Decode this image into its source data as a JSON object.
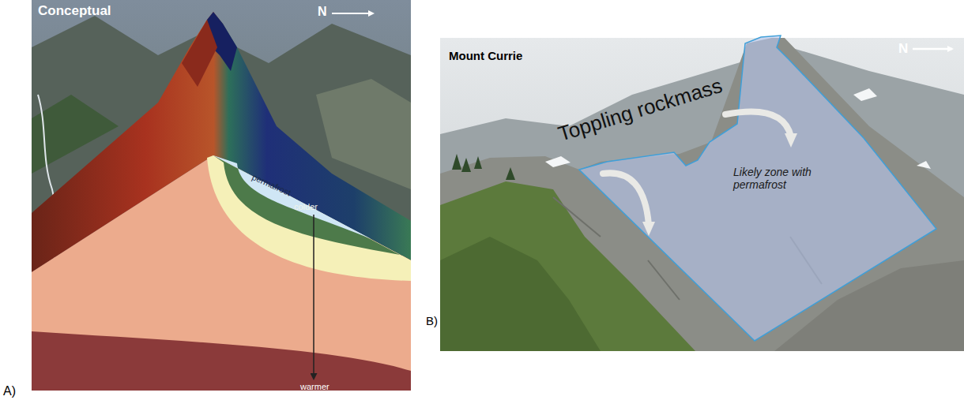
{
  "diagram": {
    "nodes": [
      {
        "text": [
          "Toppling rockmass",
          "Likely zone with permafrost"
        ]
      }
    ],
    "labels": [
      "Conceptual",
      "N",
      "permafrost",
      "colder",
      "warmer",
      "A)",
      "Mount Currie",
      "N",
      "B)"
    ]
  }
}
